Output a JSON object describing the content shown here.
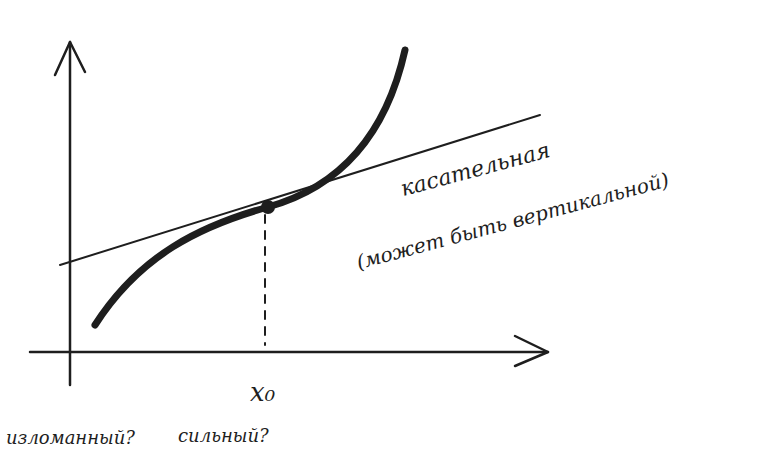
{
  "diagram": {
    "labels": [
      "касательная",
      "(может быть вертикальной)",
      "x₀",
      "изломанный?",
      "сильный?"
    ]
  }
}
